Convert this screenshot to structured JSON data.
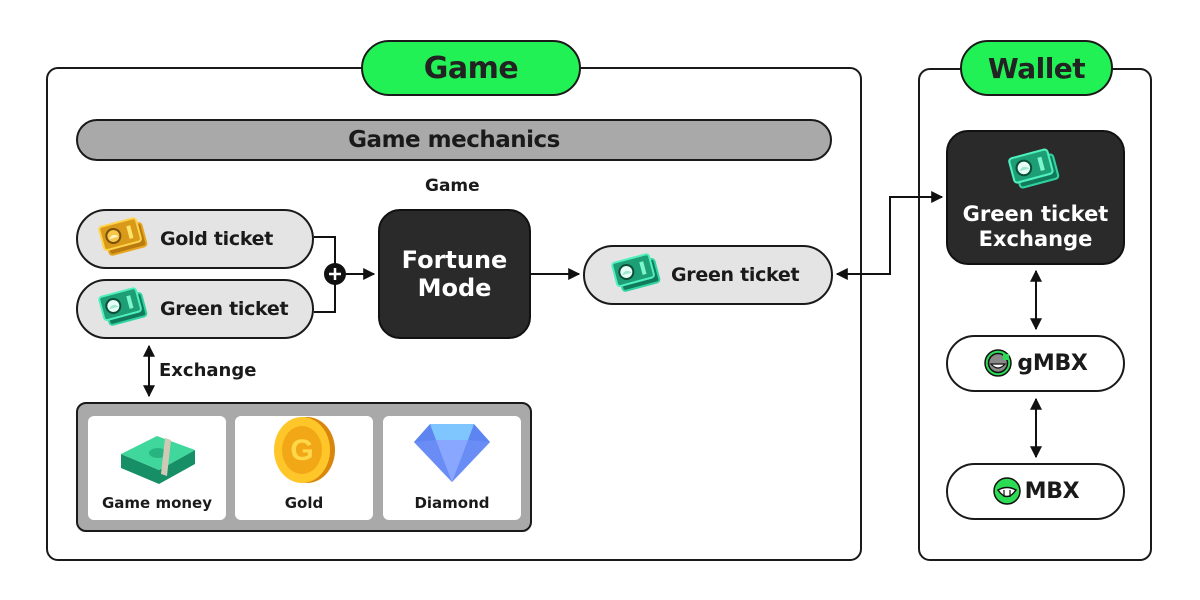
{
  "game_panel": {
    "title": "Game",
    "mechanics_label": "Game mechanics",
    "game_subtitle": "Game",
    "inputs": [
      {
        "label": "Gold ticket",
        "icon": "gold-ticket-icon"
      },
      {
        "label": "Green ticket",
        "icon": "green-ticket-icon"
      }
    ],
    "combine_symbol": "+",
    "fortune_mode": {
      "line1": "Fortune",
      "line2": "Mode"
    },
    "output": {
      "label": "Green ticket",
      "icon": "green-ticket-icon"
    },
    "exchange_label": "Exchange",
    "currencies": [
      {
        "label": "Game money",
        "icon": "cash-stack-icon"
      },
      {
        "label": "Gold",
        "icon": "gold-coin-icon"
      },
      {
        "label": "Diamond",
        "icon": "diamond-icon"
      }
    ]
  },
  "wallet_panel": {
    "title": "Wallet",
    "exchange": {
      "line1": "Green ticket",
      "line2": "Exchange",
      "icon": "green-ticket-icon"
    },
    "tokens": [
      {
        "label": "gMBX",
        "icon": "gmbx-token-icon"
      },
      {
        "label": "MBX",
        "icon": "mbx-token-icon"
      }
    ]
  },
  "colors": {
    "accent_green": "#22f155",
    "dark_box": "#2a2a2a",
    "pill_gray": "#e4e4e4",
    "mechanics_gray": "#a9a9a9"
  }
}
